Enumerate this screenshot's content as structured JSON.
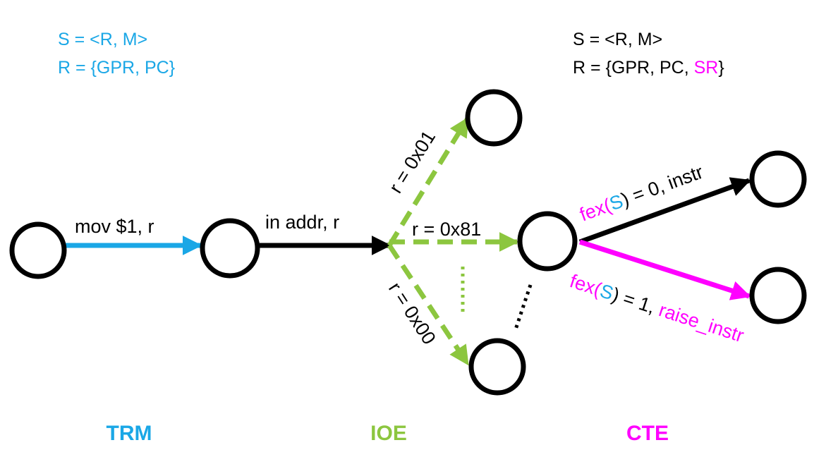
{
  "colors": {
    "trm": "#1aa7e6",
    "ioe": "#8cc63f",
    "cte": "#ff00ff",
    "black": "#000000"
  },
  "left_state": {
    "line1": "S = <R, M>",
    "line2": "R = {GPR, PC}"
  },
  "right_state": {
    "line1": "S = <R, M>",
    "line2_prefix": "R = {GPR, PC, ",
    "line2_highlight": "SR",
    "line2_suffix": "}"
  },
  "edges": {
    "trm_label": "mov $1, r",
    "in_label": "in addr, r",
    "r01_label": "r = 0x01",
    "r81_label": "r = 0x81",
    "r00_label": "r = 0x00",
    "fex0": {
      "fn": "fex(",
      "arg": "S",
      "rest": ") = 0, instr"
    },
    "fex1": {
      "fn": "fex(",
      "arg": "S",
      "rest": ") = 1, ",
      "action": "raise_instr"
    }
  },
  "sections": {
    "trm": "TRM",
    "ioe": "IOE",
    "cte": "CTE"
  }
}
